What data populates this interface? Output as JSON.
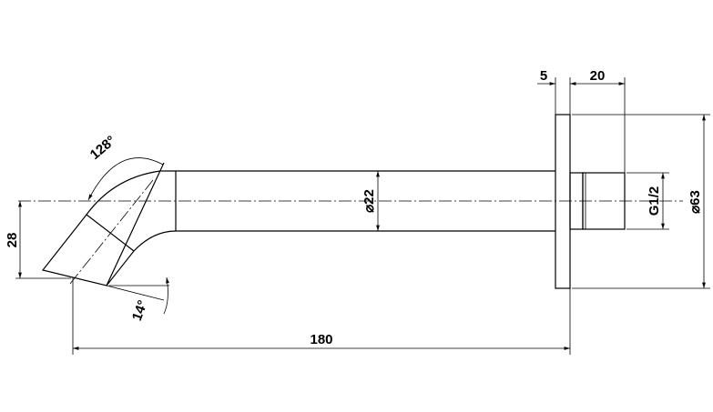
{
  "drawing": {
    "dimensions": {
      "flange_thickness": "5",
      "thread_length": "20",
      "pipe_diameter": "⌀22",
      "flange_diameter": "⌀63",
      "thread_size": "G1/2",
      "total_length": "180",
      "spout_drop": "28",
      "bend_angle": "128°",
      "outlet_angle": "14°"
    }
  }
}
